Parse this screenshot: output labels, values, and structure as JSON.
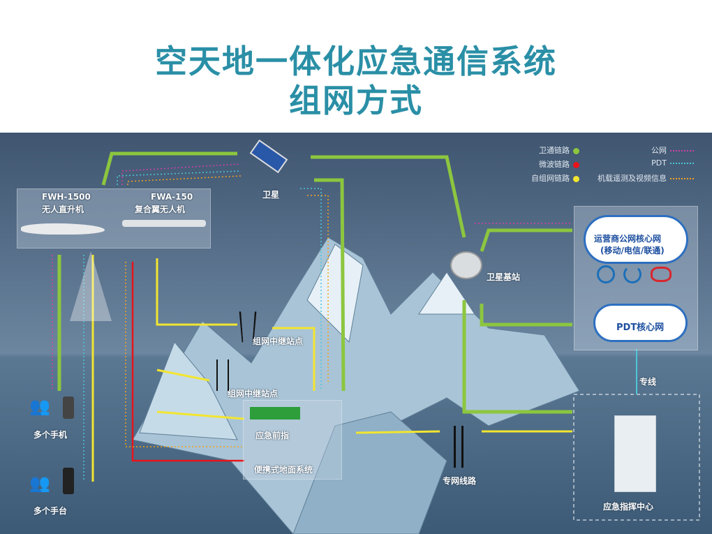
{
  "title": {
    "line1": "空天地一体化应急通信系统",
    "line2": "组网方式"
  },
  "legend": {
    "satellite_link": "卫通链路",
    "microwave_link": "微波链路",
    "mesh_link": "自组网链路",
    "public_net": "公网",
    "pdt": "PDT",
    "airborne": "机载遥测及视频信息"
  },
  "colors": {
    "satellite": "#8cc63f",
    "microwave": "#e8141b",
    "mesh": "#f2e530",
    "public": "#d33fa8",
    "pdt": "#4cc6d6",
    "airborne": "#f3a21b",
    "title": "#2a8fa6"
  },
  "nodes": {
    "satellite": "卫星",
    "sat_station": "卫星基站",
    "heli_model": "FWH-1500",
    "heli_name": "无人直升机",
    "uav_model": "FWA-150",
    "uav_name": "复合翼无人机",
    "carrier_core": "运营商公网核心网",
    "carrier_sub": "(移动/电信/联通)",
    "pdt_core": "PDT核心网",
    "dedicated_line": "专线",
    "relay1": "组网中继站点",
    "relay2": "组网中继站点",
    "forward_cmd": "应急前指",
    "portable": "便携式地面系统",
    "private_line": "专网线路",
    "command_center": "应急指挥中心",
    "phones": "多个手机",
    "radios": "多个手台"
  }
}
